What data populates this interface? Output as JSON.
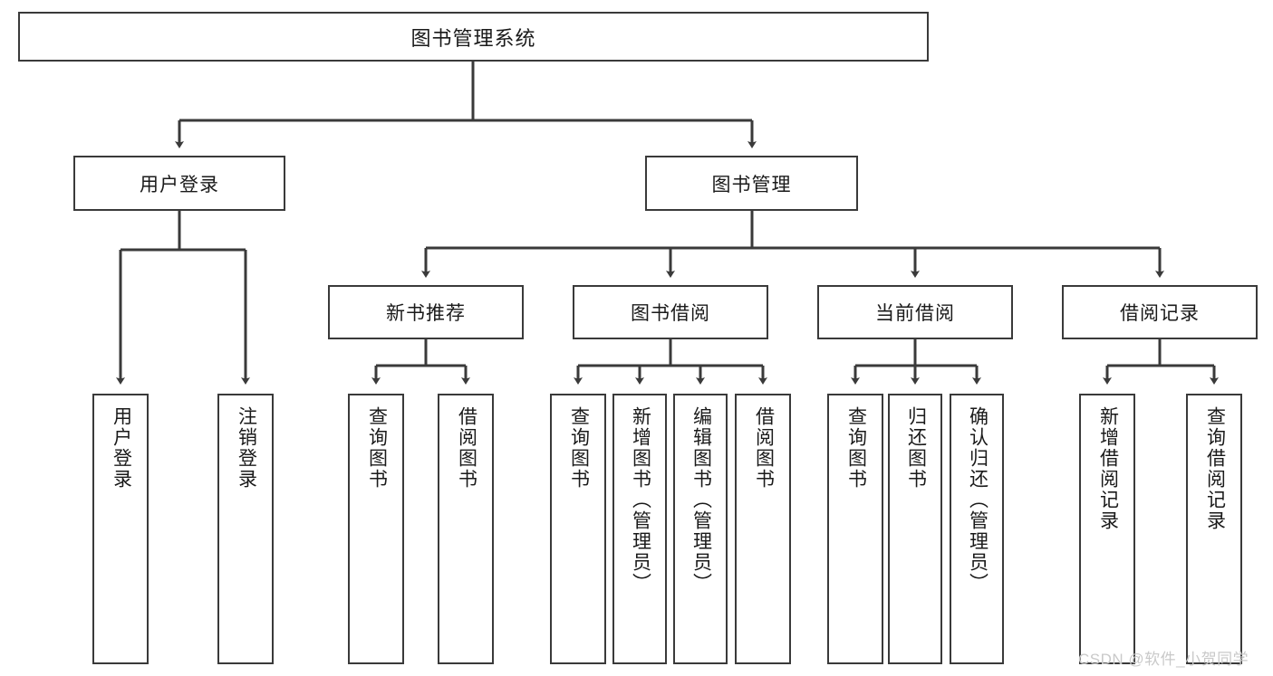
{
  "diagram": {
    "title": "图书管理系统",
    "type": "tree-hierarchy",
    "orientation": "top-down",
    "nodes": {
      "root": {
        "label": "图书管理系统",
        "level": 0,
        "text_direction": "horizontal"
      },
      "l1": [
        {
          "id": "user-login",
          "label": "用户登录",
          "level": 1,
          "text_direction": "horizontal"
        },
        {
          "id": "book-manage",
          "label": "图书管理",
          "level": 1,
          "text_direction": "horizontal"
        }
      ],
      "l2": [
        {
          "id": "new-book-rec",
          "label": "新书推荐",
          "level": 2,
          "text_direction": "horizontal"
        },
        {
          "id": "book-borrow",
          "label": "图书借阅",
          "level": 2,
          "text_direction": "horizontal"
        },
        {
          "id": "current-borrow",
          "label": "当前借阅",
          "level": 2,
          "text_direction": "horizontal"
        },
        {
          "id": "borrow-record",
          "label": "借阅记录",
          "level": 2,
          "text_direction": "horizontal"
        }
      ],
      "l3": [
        {
          "id": "leaf-user-login",
          "label": "用户登录",
          "parent": "user-login",
          "text_direction": "vertical"
        },
        {
          "id": "leaf-user-logout",
          "label": "注销登录",
          "parent": "user-login",
          "text_direction": "vertical"
        },
        {
          "id": "leaf-query-book-1",
          "label": "查询图书",
          "parent": "new-book-rec",
          "text_direction": "vertical"
        },
        {
          "id": "leaf-borrow-book-1",
          "label": "借阅图书",
          "parent": "new-book-rec",
          "text_direction": "vertical"
        },
        {
          "id": "leaf-query-book-2",
          "label": "查询图书",
          "parent": "book-borrow",
          "text_direction": "vertical"
        },
        {
          "id": "leaf-add-book",
          "label": "新增图书（管理员）",
          "parent": "book-borrow",
          "text_direction": "vertical"
        },
        {
          "id": "leaf-edit-book",
          "label": "编辑图书（管理员）",
          "parent": "book-borrow",
          "text_direction": "vertical"
        },
        {
          "id": "leaf-borrow-book-2",
          "label": "借阅图书",
          "parent": "book-borrow",
          "text_direction": "vertical"
        },
        {
          "id": "leaf-query-book-3",
          "label": "查询图书",
          "parent": "current-borrow",
          "text_direction": "vertical"
        },
        {
          "id": "leaf-return-book",
          "label": "归还图书",
          "parent": "current-borrow",
          "text_direction": "vertical"
        },
        {
          "id": "leaf-confirm-return",
          "label": "确认归还（管理员）",
          "parent": "current-borrow",
          "text_direction": "vertical"
        },
        {
          "id": "leaf-add-record",
          "label": "新增借阅记录",
          "parent": "borrow-record",
          "text_direction": "vertical"
        },
        {
          "id": "leaf-query-record",
          "label": "查询借阅记录",
          "parent": "borrow-record",
          "text_direction": "vertical"
        }
      ]
    },
    "colors": {
      "border": "#3a3a3a",
      "edge": "#3a3a3a",
      "background": "#ffffff",
      "text": "#1a1a1a",
      "watermark": "#c9c9c9"
    }
  },
  "watermark": {
    "text": "CSDN @软件_小贺同学"
  }
}
